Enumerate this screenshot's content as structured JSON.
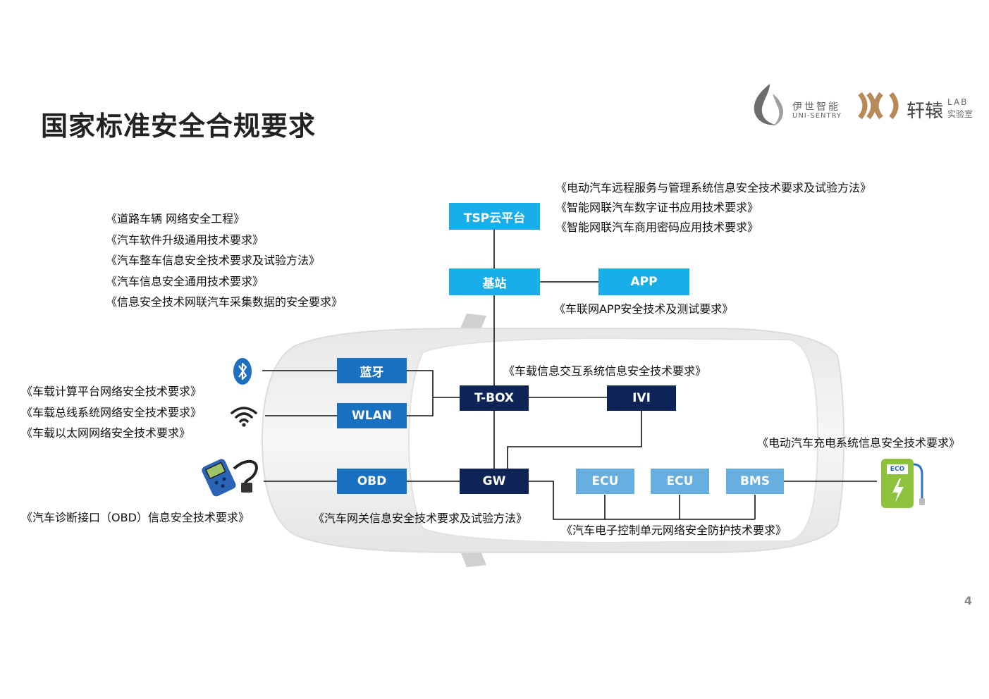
{
  "title": "国家标准安全合规要求",
  "logos": {
    "unisentry_cn": "伊世智能",
    "unisentry_en": "UNI-SENTRY",
    "xuanyuan_cn": "轩辕",
    "xuanyuan_lab": "LAB",
    "xuanyuan_sub": "实验室"
  },
  "nodes": {
    "tsp": "TSP云平台",
    "station": "基站",
    "app": "APP",
    "bluetooth": "蓝牙",
    "wlan": "WLAN",
    "tbox": "T-BOX",
    "ivi": "IVI",
    "obd": "OBD",
    "gw": "GW",
    "ecu1": "ECU",
    "ecu2": "ECU",
    "bms": "BMS"
  },
  "standards": {
    "left_top": [
      "《道路车辆 网络安全工程》",
      "《汽车软件升级通用技术要求》",
      "《汽车整车信息安全技术要求及试验方法》",
      "《汽车信息安全通用技术要求》",
      "《信息安全技术网联汽车采集数据的安全要求》"
    ],
    "right_top": [
      "《电动汽车远程服务与管理系统信息安全技术要求及试验方法》",
      "《智能网联汽车数字证书应用技术要求》",
      "《智能网联汽车商用密码应用技术要求》"
    ],
    "app": "《车联网APP安全技术及测试要求》",
    "ivi": "《车载信息交互系统信息安全技术要求》",
    "left_mid": [
      "《车载计算平台网络安全技术要求》",
      "《车载总线系统网络安全技术要求》",
      "《车载以太网网络安全技术要求》"
    ],
    "charging": "《电动汽车充电系统信息安全技术要求》",
    "obd": "《汽车诊断接口（OBD）信息安全技术要求》",
    "gateway": "《汽车网关信息安全技术要求及试验方法》",
    "ecu": "《汽车电子控制单元网络安全防护技术要求》"
  },
  "eco_label": "ECO",
  "page_number": "4"
}
